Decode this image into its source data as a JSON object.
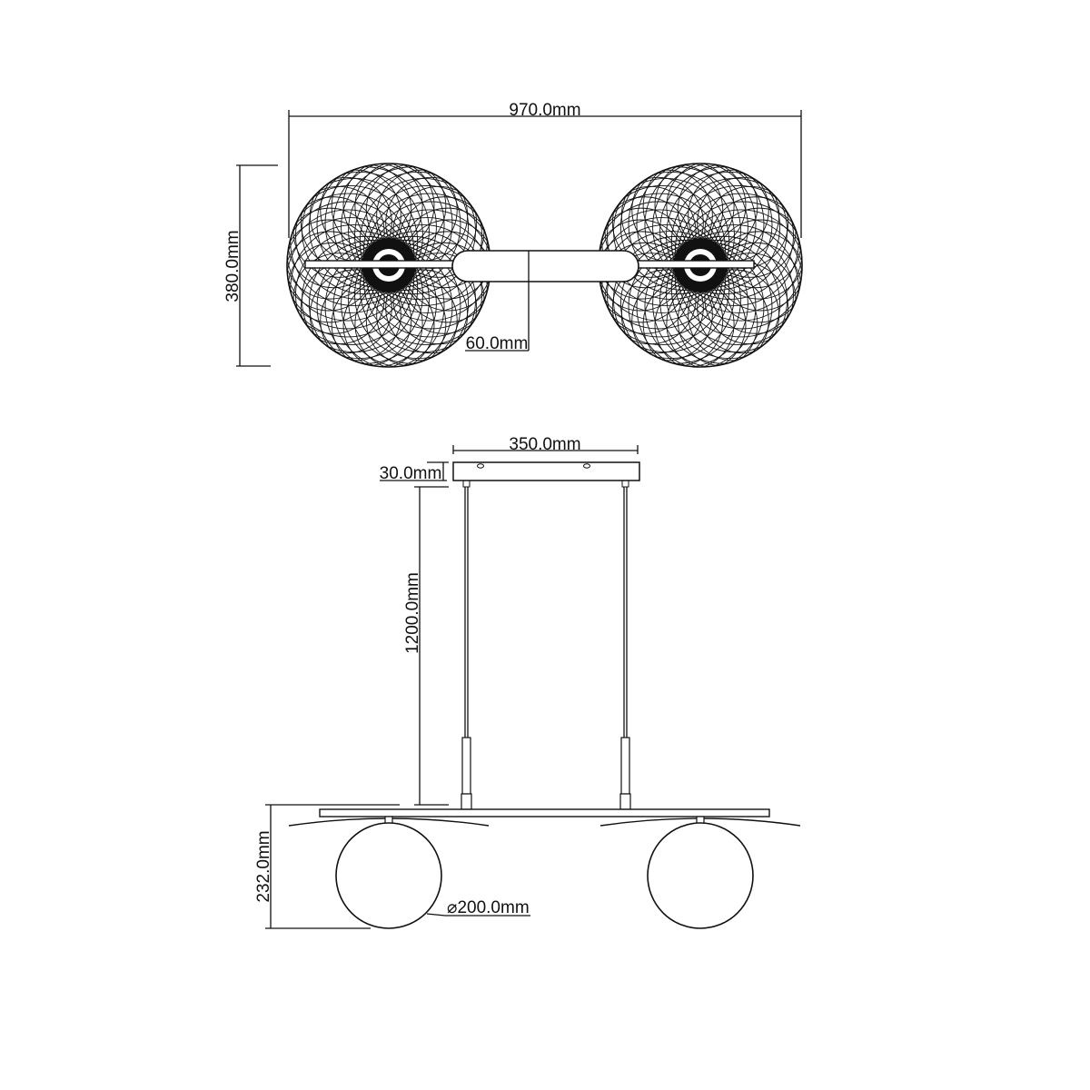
{
  "dimensions": {
    "overall_width": "970.0mm",
    "shade_height": "380.0mm",
    "arm_width": "60.0mm",
    "canopy_width": "350.0mm",
    "canopy_height": "30.0mm",
    "cable_length": "1200.0mm",
    "lower_height": "232.0mm",
    "globe_diameter": "⌀200.0mm"
  },
  "colors": {
    "line": "#111111",
    "background": "#ffffff"
  }
}
